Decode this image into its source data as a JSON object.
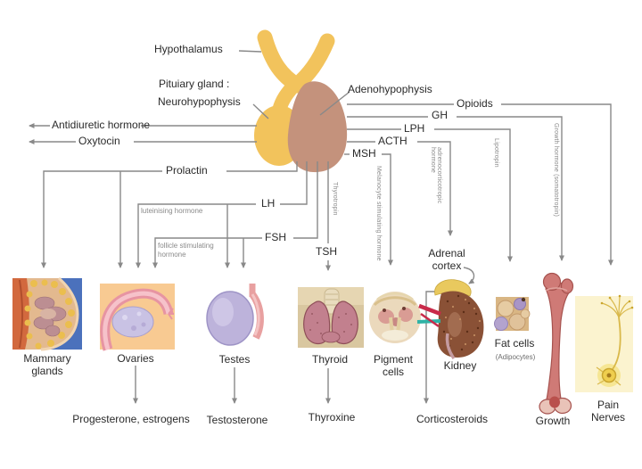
{
  "gland": {
    "hypothalamus": "Hypothalamus",
    "pituitary": "Pituiary gland :",
    "neurohypophysis": "Neurohypophysis",
    "adenohypophysis": "Adenohypophysis"
  },
  "posterior_hormones": {
    "adh": "Antidiuretic hormone",
    "oxytocin": "Oxytocin"
  },
  "anterior_hormones": {
    "prolactin": "Prolactin",
    "lh": "LH",
    "fsh": "FSH",
    "tsh": "TSH",
    "msh": "MSH",
    "acth": "ACTH",
    "lph": "LPH",
    "gh": "GH",
    "opioids": "Opioids"
  },
  "hormone_full_names": {
    "lh": "luteinising hormone",
    "fsh": "follicle stimulating hormone",
    "tsh": "Thyrotropin",
    "msh": "Melanocyte stimulating hormone",
    "acth": "adrenocorticotropic hormone",
    "lph": "Lipotropin",
    "gh": "Growth hormone (somatotropin)"
  },
  "targets": {
    "mammary": "Mammary glands",
    "ovaries": "Ovaries",
    "testes": "Testes",
    "thyroid": "Thyroid",
    "pigment": "Pigment cells",
    "adrenal_cortex": "Adrenal cortex",
    "kidney": "Kidney",
    "fat": "Fat cells",
    "fat_sub": "(Adipocytes)",
    "growth": "Growth",
    "pain": "Pain Nerves"
  },
  "secretions": {
    "ovaries": "Progesterone, estrogens",
    "testes": "Testosterone",
    "thyroid": "Thyroxine",
    "adrenal": "Corticosteroids"
  },
  "colors": {
    "gland_yellow": "#F2C35C",
    "gland_brown": "#C4927C",
    "line_gray": "#898989",
    "label_dark": "#2A2A2A",
    "small_label_gray": "#8A8A8A",
    "mammary_bg_blue": "#4B71BC",
    "ovary_bg_peach": "#F8CA92",
    "testis_lavender": "#BDB3DB",
    "thyroid_bg_tan": "#D9C7A0",
    "thyroid_pink": "#C2808E",
    "pigment_bg": "#EBD9BC",
    "kidney_brown": "#8A5136",
    "adrenal_yellow": "#E9C95E",
    "fat_bg_tan": "#D9B684",
    "bone_pink": "#CF7A76",
    "nerve_bg": "#FBF3CF",
    "nerve_gold": "#D9B84A"
  }
}
